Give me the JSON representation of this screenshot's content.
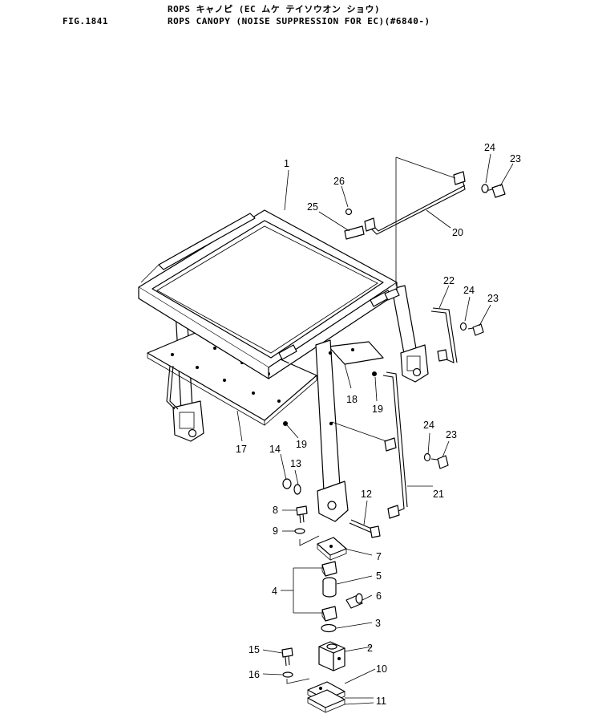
{
  "header": {
    "line1": "ROPS キャノピ (EC ムケ テイソウオン ショウ)",
    "figure": "FIG.1841",
    "line2": "ROPS CANOPY (NOISE SUPPRESSION FOR EC)(#6840-)"
  },
  "callouts": {
    "c1": "1",
    "c2": "2",
    "c3": "3",
    "c4": "4",
    "c5": "5",
    "c6": "6",
    "c7": "7",
    "c8": "8",
    "c9": "9",
    "c10": "10",
    "c11": "11",
    "c12": "12",
    "c13": "13",
    "c14": "14",
    "c15": "15",
    "c16": "16",
    "c17": "17",
    "c18": "18",
    "c19a": "19",
    "c19b": "19",
    "c20": "20",
    "c21": "21",
    "c22": "22",
    "c23a": "23",
    "c23b": "23",
    "c23c": "23",
    "c24a": "24",
    "c24b": "24",
    "c24c": "24",
    "c25": "25",
    "c26": "26"
  },
  "colors": {
    "ink": "#000000",
    "paper": "#ffffff"
  }
}
